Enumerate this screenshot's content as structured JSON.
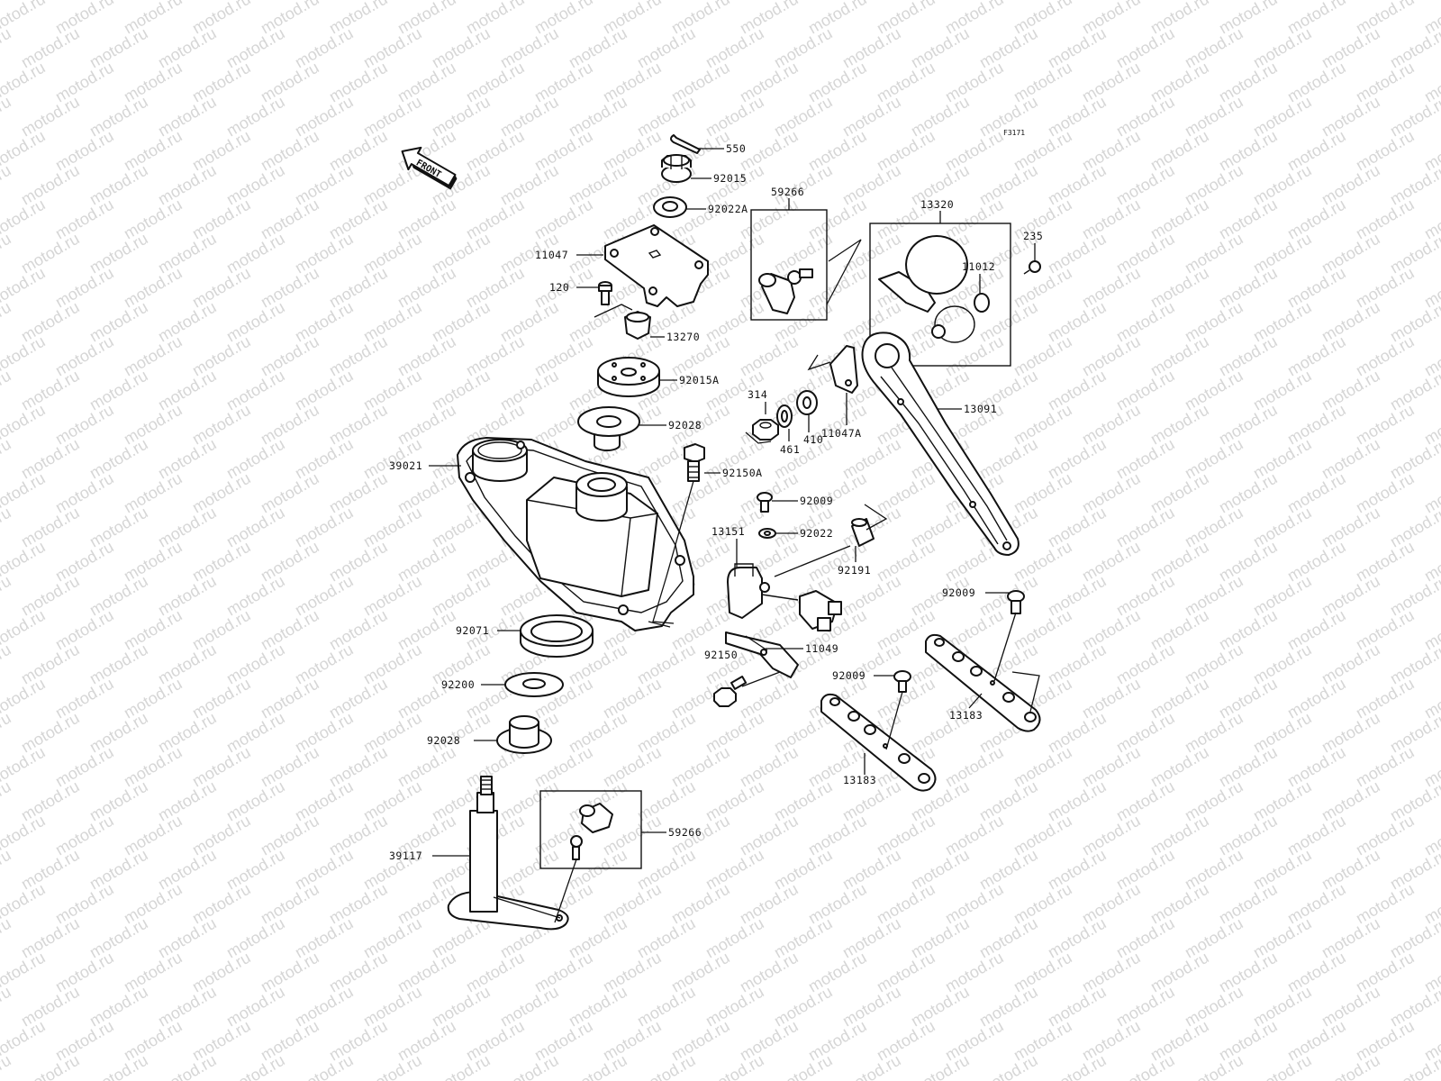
{
  "diagram_code": "F3171",
  "front_label": "FRONT",
  "watermark_text": "motod.ru",
  "parts": [
    {
      "id": "p550",
      "number": "550"
    },
    {
      "id": "p92015",
      "number": "92015"
    },
    {
      "id": "p92022a",
      "number": "92022A"
    },
    {
      "id": "p11047",
      "number": "11047"
    },
    {
      "id": "p120",
      "number": "120"
    },
    {
      "id": "p13270",
      "number": "13270"
    },
    {
      "id": "p92015a",
      "number": "92015A"
    },
    {
      "id": "p92028a",
      "number": "92028"
    },
    {
      "id": "p39021",
      "number": "39021"
    },
    {
      "id": "p92150a",
      "number": "92150A"
    },
    {
      "id": "p92071",
      "number": "92071"
    },
    {
      "id": "p92200",
      "number": "92200"
    },
    {
      "id": "p92028b",
      "number": "92028"
    },
    {
      "id": "p39117",
      "number": "39117"
    },
    {
      "id": "p59266b",
      "number": "59266"
    },
    {
      "id": "p59266a",
      "number": "59266"
    },
    {
      "id": "p13320",
      "number": "13320"
    },
    {
      "id": "p235",
      "number": "235"
    },
    {
      "id": "p11012",
      "number": "11012"
    },
    {
      "id": "p314",
      "number": "314"
    },
    {
      "id": "p461",
      "number": "461"
    },
    {
      "id": "p410",
      "number": "410"
    },
    {
      "id": "p11047a",
      "number": "11047A"
    },
    {
      "id": "p13091",
      "number": "13091"
    },
    {
      "id": "p92009a",
      "number": "92009"
    },
    {
      "id": "p13151",
      "number": "13151"
    },
    {
      "id": "p92022",
      "number": "92022"
    },
    {
      "id": "p92191",
      "number": "92191"
    },
    {
      "id": "p92150",
      "number": "92150"
    },
    {
      "id": "p11049",
      "number": "11049"
    },
    {
      "id": "p92009b",
      "number": "92009"
    },
    {
      "id": "p92009c",
      "number": "92009"
    },
    {
      "id": "p13183a",
      "number": "13183"
    },
    {
      "id": "p13183b",
      "number": "13183"
    }
  ]
}
